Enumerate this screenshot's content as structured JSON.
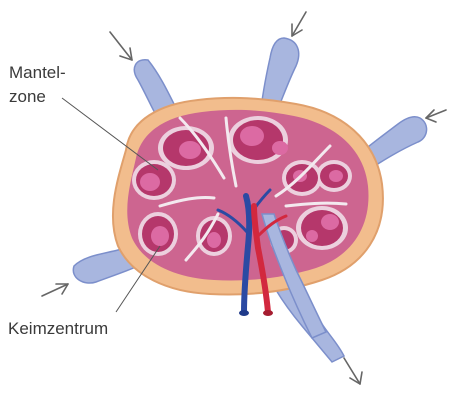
{
  "labels": {
    "mantelzone_line1": "Mantel-",
    "mantelzone_line2": "zone",
    "keimzentrum": "Keimzentrum"
  },
  "colors": {
    "capsule": "#f0b989",
    "cortex": "#cf6d94",
    "follicle": "#b83a6e",
    "germinal_center": "#d95f9c",
    "mantle_zone": "#e4c4d4",
    "lymph_vessel": "#9fb0dc",
    "lymph_vessel_dark": "#6b7fc0",
    "vein": "#2e4aa0",
    "artery": "#d0283c",
    "arrow": "#666666",
    "label_text": "#3a3a3a"
  }
}
